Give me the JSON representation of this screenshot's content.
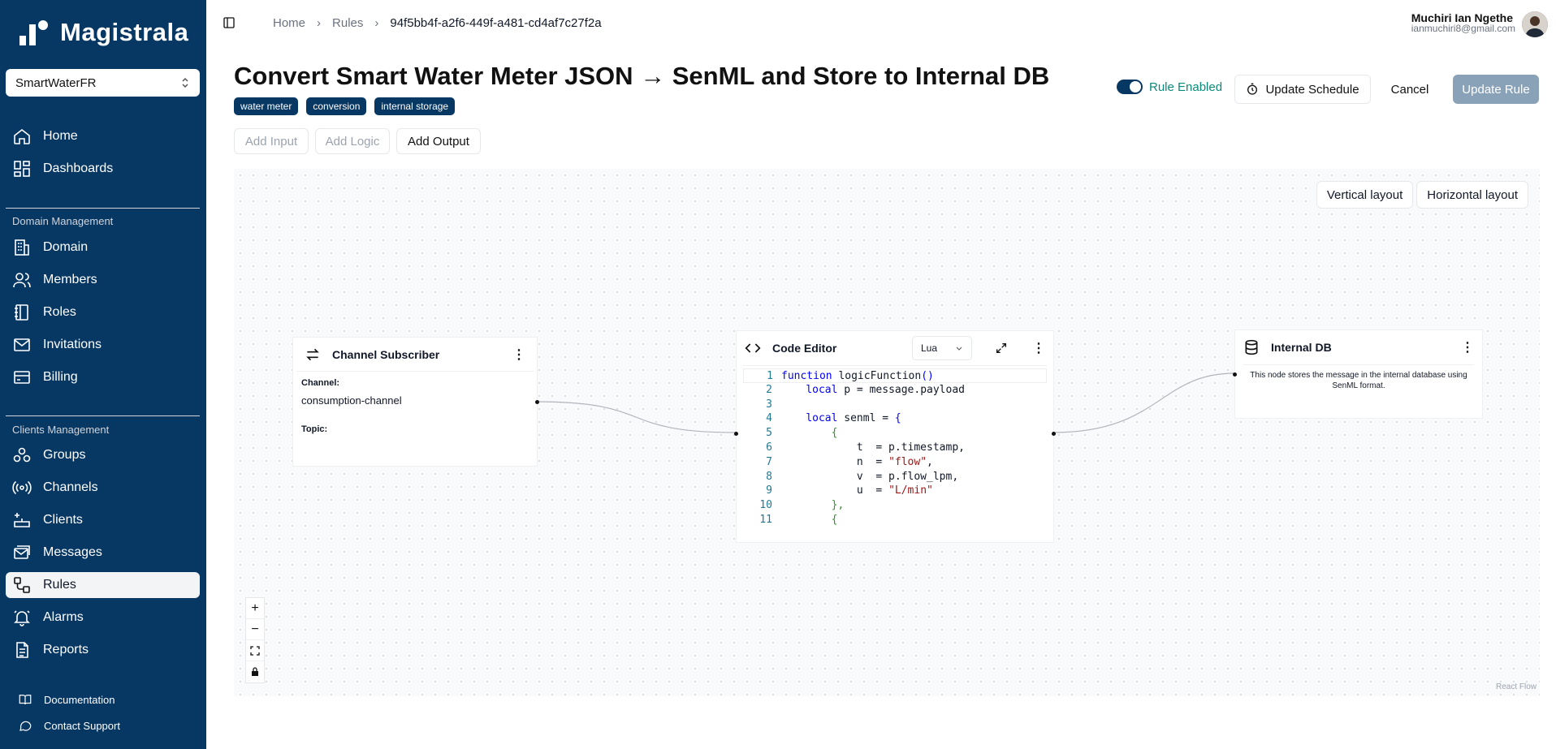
{
  "app": {
    "name": "Magistrala"
  },
  "domain_select": {
    "value": "SmartWaterFR"
  },
  "nav": {
    "main": [
      {
        "label": "Home",
        "icon": "home-icon"
      },
      {
        "label": "Dashboards",
        "icon": "dashboard-icon"
      }
    ],
    "domain_section": "Domain Management",
    "domain": [
      {
        "label": "Domain",
        "icon": "building-icon"
      },
      {
        "label": "Members",
        "icon": "users-icon"
      },
      {
        "label": "Roles",
        "icon": "notebook-icon"
      },
      {
        "label": "Invitations",
        "icon": "mail-icon"
      },
      {
        "label": "Billing",
        "icon": "wallet-icon"
      }
    ],
    "clients_section": "Clients Management",
    "clients": [
      {
        "label": "Groups",
        "icon": "groups-icon"
      },
      {
        "label": "Channels",
        "icon": "radio-icon"
      },
      {
        "label": "Clients",
        "icon": "clients-icon"
      },
      {
        "label": "Messages",
        "icon": "mail-stack-icon"
      },
      {
        "label": "Rules",
        "icon": "workflow-icon"
      },
      {
        "label": "Alarms",
        "icon": "bell-icon"
      },
      {
        "label": "Reports",
        "icon": "document-icon"
      }
    ],
    "footer": [
      {
        "label": "Documentation",
        "icon": "book-icon"
      },
      {
        "label": "Contact Support",
        "icon": "chat-icon"
      }
    ]
  },
  "breadcrumb": [
    "Home",
    "Rules",
    "94f5bb4f-a2f6-449f-a481-cd4af7c27f2a"
  ],
  "user": {
    "name": "Muchiri Ian Ngethe",
    "email": "ianmuchiri8@gmail.com"
  },
  "page": {
    "title": "Convert Smart Water Meter JSON → SenML and Store to Internal DB",
    "tags": [
      "water meter",
      "conversion",
      "internal storage"
    ]
  },
  "actions": {
    "toggle_label": "Rule Enabled",
    "toggle_on": true,
    "schedule": "Update Schedule",
    "cancel": "Cancel",
    "update": "Update Rule"
  },
  "toolbar": {
    "add_input": "Add Input",
    "add_logic": "Add Logic",
    "add_output": "Add Output"
  },
  "canvas": {
    "vertical": "Vertical layout",
    "horizontal": "Horizontal layout",
    "attribution": "React Flow",
    "nodes": {
      "input": {
        "title": "Channel Subscriber",
        "channel_label": "Channel:",
        "channel_value": "consumption-channel",
        "topic_label": "Topic:"
      },
      "logic": {
        "title": "Code Editor",
        "language": "Lua",
        "code": [
          {
            "n": "1",
            "text": "function logicFunction()"
          },
          {
            "n": "2",
            "text": "    local p = message.payload"
          },
          {
            "n": "3",
            "text": ""
          },
          {
            "n": "4",
            "text": "    local senml = {"
          },
          {
            "n": "5",
            "text": "        {"
          },
          {
            "n": "6",
            "text": "            t  = p.timestamp,"
          },
          {
            "n": "7",
            "text": "            n  = \"flow\","
          },
          {
            "n": "8",
            "text": "            v  = p.flow_lpm,"
          },
          {
            "n": "9",
            "text": "            u  = \"L/min\""
          },
          {
            "n": "10",
            "text": "        },"
          },
          {
            "n": "11",
            "text": "        {"
          }
        ]
      },
      "output": {
        "title": "Internal DB",
        "description": "This node stores the message in the internal database using SenML format."
      }
    }
  }
}
